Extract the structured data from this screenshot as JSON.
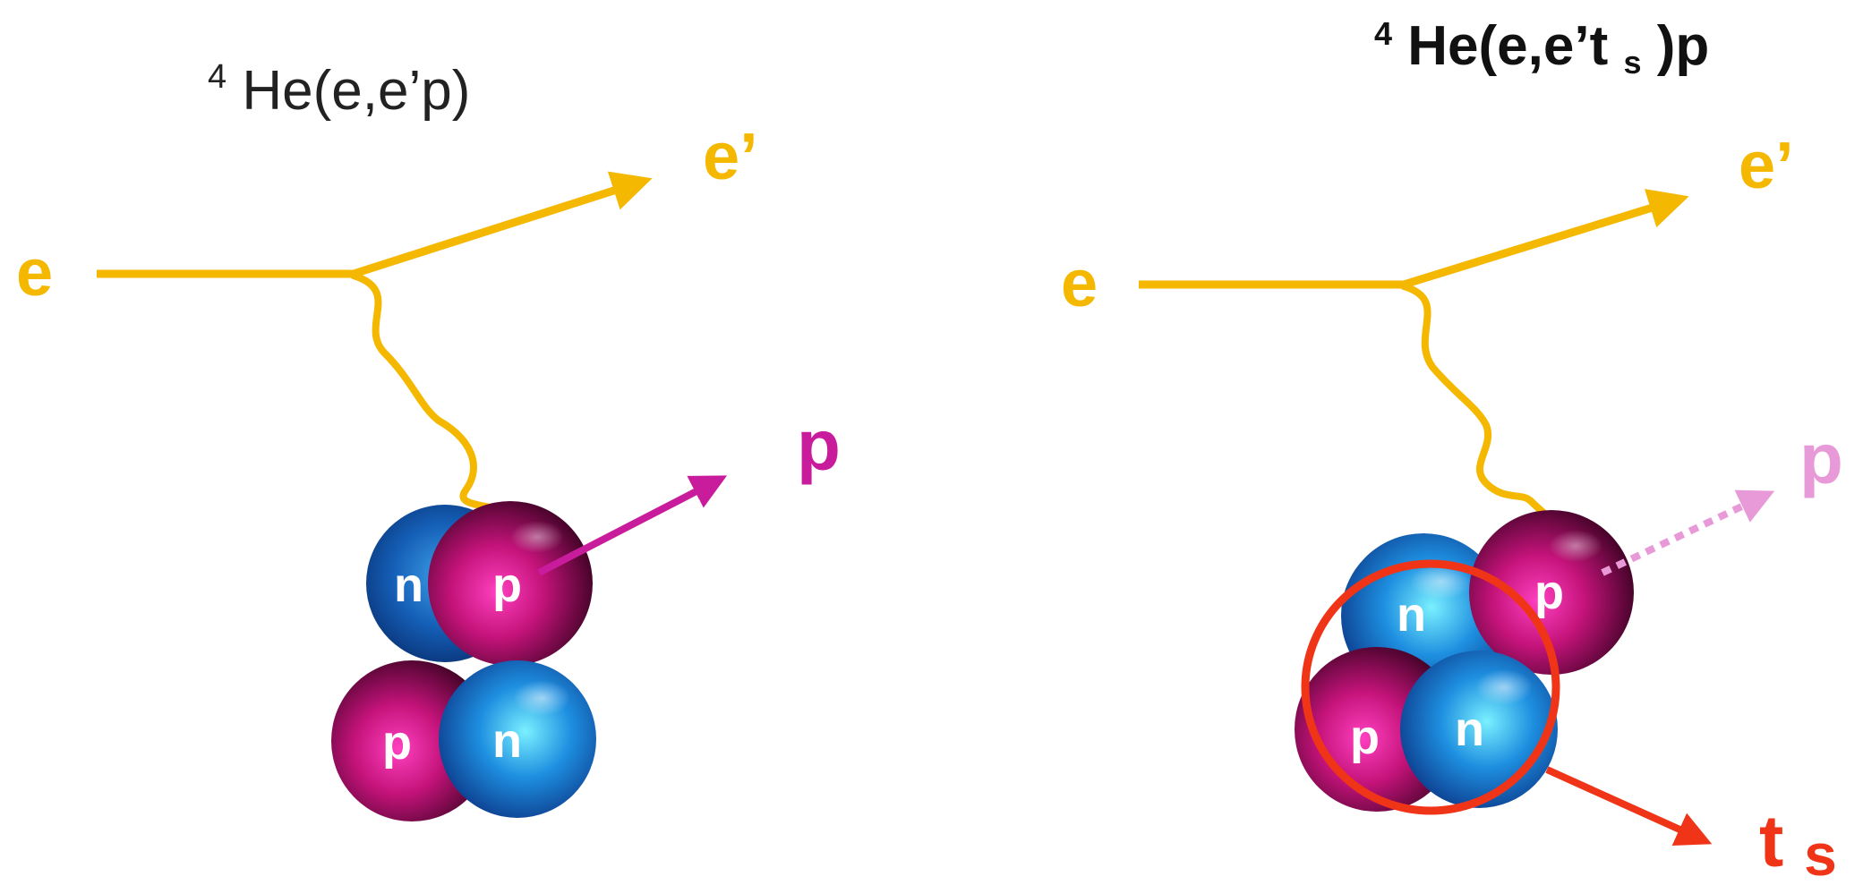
{
  "left_panel": {
    "title_sup": "4",
    "title_main": "He(e,e’p)",
    "beam_in_label": "e",
    "beam_out_label": "e’",
    "knockout_label": "p",
    "nucleons": [
      "n",
      "p",
      "p",
      "n"
    ]
  },
  "right_panel": {
    "title_sup": "4",
    "title_main": "He(e,e’t",
    "title_sub": "s",
    "title_tail": ")p",
    "beam_in_label": "e",
    "beam_out_label": "e’",
    "knockout_label": "p",
    "spectator_label": "t",
    "spectator_sub": "s",
    "nucleons": [
      "n",
      "p",
      "p",
      "n"
    ]
  },
  "colors": {
    "electron": "#F5B800",
    "proton_arrow": "#C81C9C",
    "proton_arrow_faded": "#E89AD8",
    "spectator": "#F03418",
    "proton_ball": "#B0126E",
    "neutron_ball": "#1E7FD0"
  }
}
